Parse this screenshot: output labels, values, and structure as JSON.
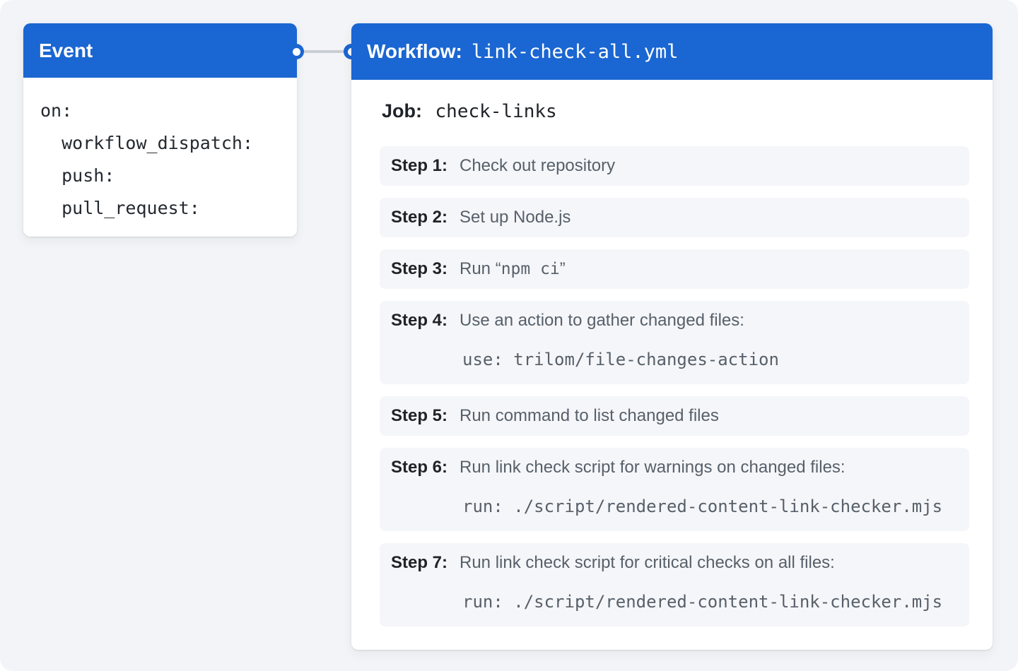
{
  "colors": {
    "accent_blue": "#1a66d2",
    "page_bg": "#f2f4f7",
    "card_bg": "#ffffff",
    "step_row_bg": "#f5f6f9",
    "text_dark": "#1f2328",
    "text_gray": "#57606a",
    "connector_gray": "#c9ced4"
  },
  "event_card": {
    "title": "Event",
    "code_lines": [
      "on:",
      "  workflow_dispatch:",
      "  push:",
      "  pull_request:"
    ]
  },
  "workflow_card": {
    "title_label": "Workflow:",
    "title_file": "link-check-all.yml",
    "job_label": "Job:",
    "job_name": "check-links",
    "steps": [
      {
        "label": "Step 1:",
        "desc": "Check out repository"
      },
      {
        "label": "Step 2:",
        "desc": "Set up Node.js"
      },
      {
        "label": "Step 3:",
        "desc_prefix": "Run “",
        "desc_code": "npm ci",
        "desc_suffix": "”"
      },
      {
        "label": "Step 4:",
        "desc": "Use an action to gather changed files:",
        "code": "use: trilom/file-changes-action"
      },
      {
        "label": "Step 5:",
        "desc": "Run command to list changed files"
      },
      {
        "label": "Step 6:",
        "desc": "Run link check script for warnings on changed files:",
        "code": "run: ./script/rendered-content-link-checker.mjs"
      },
      {
        "label": "Step 7:",
        "desc": "Run link check script for critical checks on all files:",
        "code": "run: ./script/rendered-content-link-checker.mjs"
      }
    ]
  }
}
